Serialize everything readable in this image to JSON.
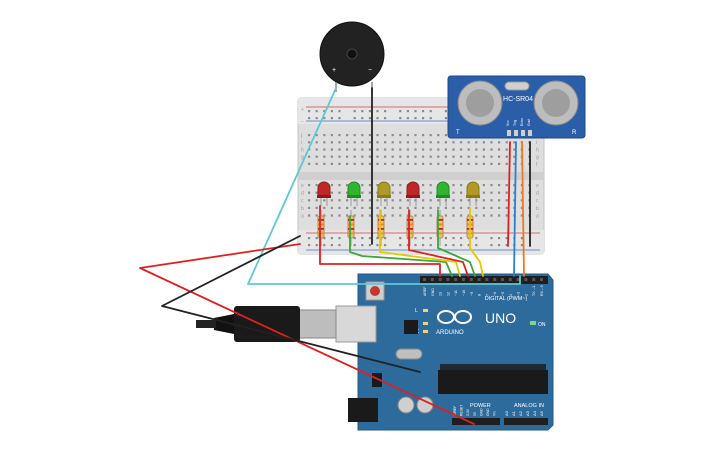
{
  "buzzer": {
    "plus": "+",
    "minus": "−"
  },
  "sensor": {
    "model": "HC-SR04",
    "pins": [
      "Vcc",
      "Trig",
      "Echo",
      "Gnd"
    ],
    "left": "T",
    "right": "R"
  },
  "breadboard": {
    "rows_top": [
      "j",
      "i",
      "h",
      "g",
      "f"
    ],
    "rows_bottom": [
      "e",
      "d",
      "c",
      "b",
      "a"
    ],
    "rail_plus": "+",
    "rail_minus": "−"
  },
  "leds": [
    {
      "color": "red"
    },
    {
      "color": "green"
    },
    {
      "color": "yellow"
    },
    {
      "color": "red"
    },
    {
      "color": "green"
    },
    {
      "color": "yellow"
    }
  ],
  "arduino": {
    "brand": "ARDUINO",
    "model": "UNO",
    "digital_label": "DIGITAL (PWM~)",
    "power_label": "POWER",
    "analog_label": "ANALOG IN",
    "on_label": "ON",
    "tx_label": "TX",
    "rx_label": "RX",
    "l_label": "L",
    "digital_pins": [
      "AREF",
      "GND",
      "13",
      "12",
      "~11",
      "~10",
      "~9",
      "8",
      "7",
      "~6",
      "~5",
      "4",
      "~3",
      "2",
      "TX→1",
      "RX←0"
    ],
    "power_pins": [
      "IOREF",
      "RESET",
      "3.3V",
      "5V",
      "GND",
      "GND",
      "Vin"
    ],
    "analog_pins": [
      "A0",
      "A1",
      "A2",
      "A3",
      "A4",
      "A5"
    ]
  },
  "colors": {
    "board": "#2d6b9c",
    "breadboard": "#dcdcdc",
    "wire_red": "#e02020",
    "wire_black": "#222222",
    "wire_cyan": "#5ec8d8",
    "wire_green": "#3aa83a",
    "wire_yellow": "#e6c800",
    "wire_orange": "#f07820",
    "wire_blue": "#2a7fd0",
    "sensor": "#2b5ea8"
  }
}
